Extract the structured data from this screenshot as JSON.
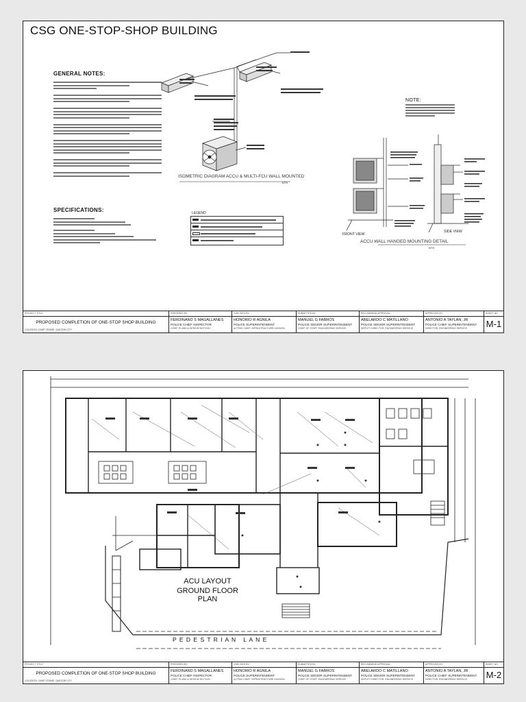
{
  "sheet1": {
    "title": "CSG ONE-STOP-SHOP BUILDING",
    "general_notes_heading": "GENERAL NOTES:",
    "specifications_heading": "SPECIFICATIONS:",
    "isometric_caption": "ISOMETRIC DIAGRAM ACCU & MULTI-FCU WALL MOUNTED",
    "mounting_caption": "ACCU WALL HANGED MOUNTING DETAIL",
    "front_view": "FRONT VIEW",
    "side_view": "SIDE VIEW",
    "note_heading": "NOTE:",
    "legend_heading": "LEGEND",
    "nts": "NTS",
    "sheet_no": "M-1"
  },
  "sheet2": {
    "plan_title_line1": "ACU LAYOUT",
    "plan_title_line2": "GROUND FLOOR PLAN",
    "pedestrian_lane": "P E D E S T R I A N   L A N E",
    "sheet_no": "M-2"
  },
  "titleblock": {
    "project_title_label": "PROJECT TITLE",
    "project_title": "PROPOSED COMPLETION OF ONE-STOP SHOP BUILDING",
    "location": "LOCATION: CAMP CRAME, QUEZON CITY",
    "prepared_label": "PREPARED BY:",
    "prepared_name": "FERDINAND S MAGALLANES",
    "prepared_rank": "POLICE CHIEF INSPECTOR",
    "prepared_unit": "CHIEF, PLANS & DESIGN SECTION",
    "checked_label": "CHECKED BY:",
    "checked_name": "HONORIO R AGNILA",
    "checked_rank": "POLICE SUPERINTENDENT",
    "checked_unit": "ACTING CHIEF, INFRASTRUCTURE DIVISION",
    "submitted_label": "SUBMITTED BY:",
    "submitted_name": "MANUEL G FABROS",
    "submitted_rank": "POLICE SENIOR SUPERINTENDENT",
    "submitted_unit": "CHIEF OF STAFF, ENGINEERING SERVICE",
    "recommend_label": "RECOMMEND APPROVAL:",
    "recommend_name": "ABELARDO C MATILLANO",
    "recommend_rank": "POLICE SENIOR SUPERINTENDENT",
    "recommend_unit": "DEPUTY DIRECTOR, ENGINEERING SERVICE",
    "approved_label": "APPROVED BY:",
    "approved_name": "ANTONIO A TAYLAN, JR",
    "approved_rank": "POLICE CHIEF SUPERINTENDENT",
    "approved_unit": "DIRECTOR, ENGINEERING SERVICE",
    "sheet_label": "SHEET NO."
  }
}
